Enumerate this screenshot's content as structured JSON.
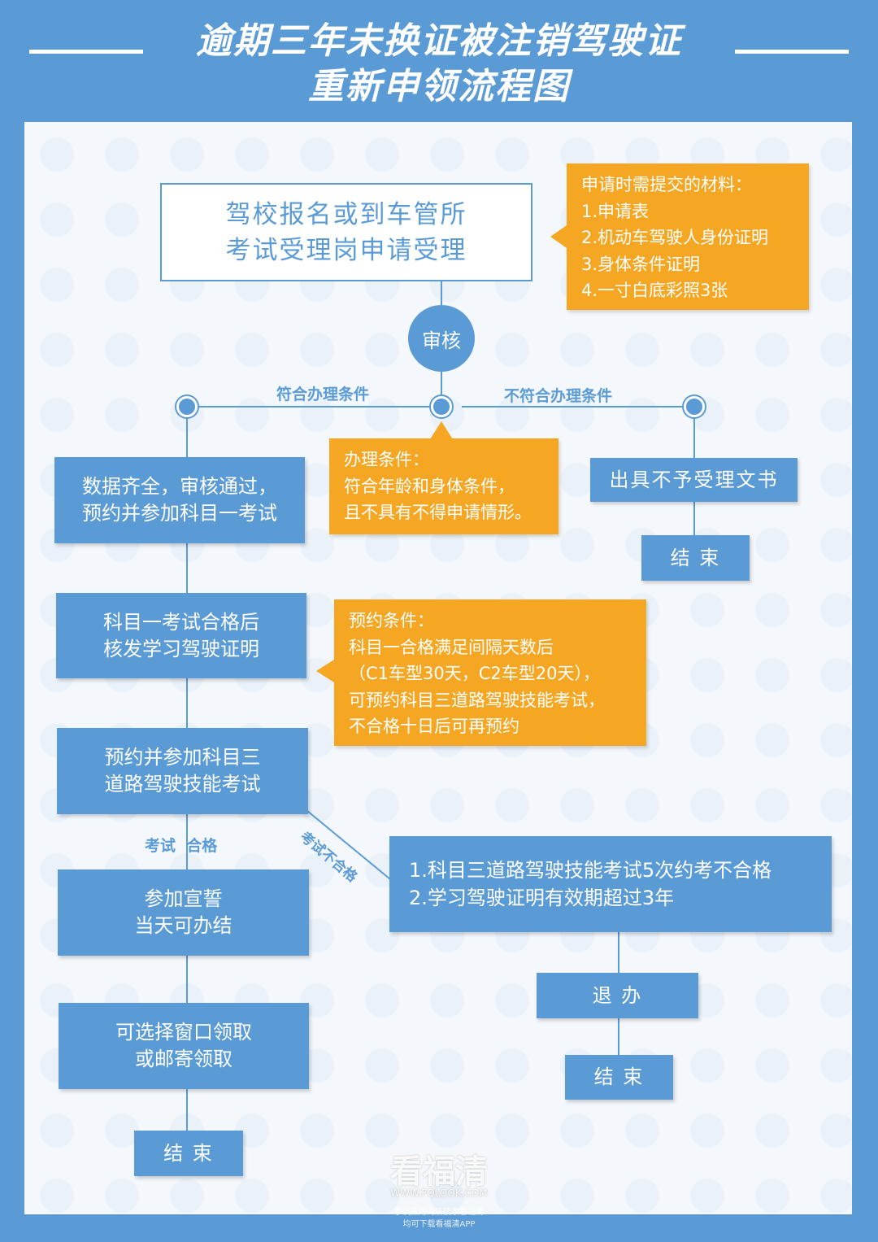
{
  "title": {
    "line1": "逾期三年未换证被注销驾驶证",
    "line2": "重新申领流程图"
  },
  "steps": {
    "apply": "驾校报名或到车管所\n考试受理岗申请受理",
    "review": "审核",
    "data_ok": "数据齐全，审核通过，\n预约并参加科目一考试",
    "permit": "科目一考试合格后\n核发学习驾驶证明",
    "exam3": "预约并参加科目三\n道路驾驶技能考试",
    "oath": "参加宣誓\n当天可办结",
    "pickup": "可选择窗口领取\n或邮寄领取",
    "end_left": "结 束",
    "reject_doc": "出具不予受理文书",
    "end_right": "结 束",
    "fail_conditions": "1.科目三道路驾驶技能考试5次约考不合格\n2.学习驾驶证明有效期超过3年",
    "withdraw": "退 办",
    "end_bottom": "结 束"
  },
  "labels": {
    "meets": "符合办理条件",
    "not_meets": "不符合办理条件",
    "exam_pass": "考试  合格",
    "exam_fail": "考试不合格"
  },
  "notes": {
    "materials": "申请时需提交的材料：\n1.申请表\n2.机动车驾驶人身份证明\n3.身体条件证明\n4.一寸白底彩照3张",
    "conditions": "办理条件：\n符合年龄和身体条件，\n且不具有不得申请情形。",
    "booking": "预约条件：\n科目一合格满足间隔天数后\n（C1车型30天，C2车型20天），\n可预约科目三道路驾驶技能考试，\n不合格十日后可再预约"
  },
  "watermark": {
    "brand": "看福清",
    "url": "WWW.FQLOOK.COM",
    "line1": "手机应用商店搜索看福清",
    "line2": "均可下载看福清APP"
  },
  "colors": {
    "primary": "#5b9bd5",
    "accent": "#f5a623",
    "panel": "#f4f8fc"
  }
}
